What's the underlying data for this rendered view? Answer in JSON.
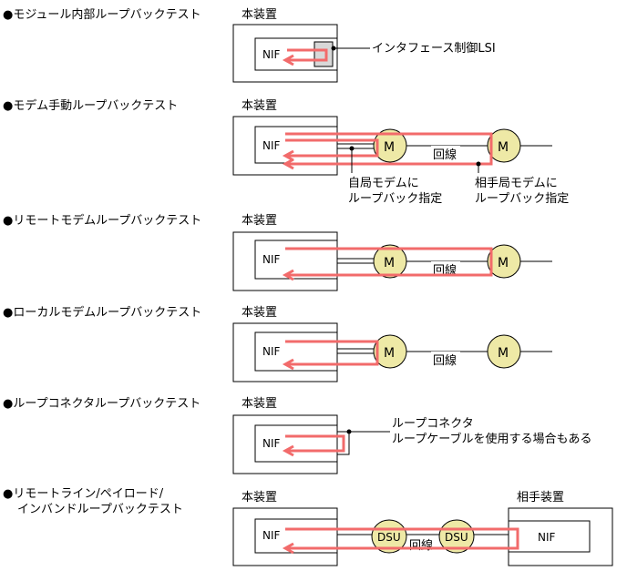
{
  "tests": {
    "module": {
      "title": "●モジュール内部ループバックテスト",
      "device": "本装置",
      "nif": "NIF",
      "callout": "インタフェース制御LSI"
    },
    "manual": {
      "title": "●モデム手動ループバックテスト",
      "device": "本装置",
      "nif": "NIF",
      "modem_a": "M",
      "modem_b": "M",
      "line": "回線",
      "local_note_1": "自局モデムに",
      "local_note_2": "ループバック指定",
      "remote_note_1": "相手局モデムに",
      "remote_note_2": "ループバック指定"
    },
    "remote_modem": {
      "title": "●リモートモデムループバックテスト",
      "device": "本装置",
      "nif": "NIF",
      "modem_a": "M",
      "modem_b": "M",
      "line": "回線"
    },
    "local_modem": {
      "title": "●ローカルモデムループバックテスト",
      "device": "本装置",
      "nif": "NIF",
      "modem_a": "M",
      "modem_b": "M",
      "line": "回線"
    },
    "connector": {
      "title": "●ループコネクタループバックテスト",
      "device": "本装置",
      "nif": "NIF",
      "note_1": "ループコネクタ",
      "note_2": "ループケーブルを使用する場合もある"
    },
    "remote_line": {
      "title_1": "●リモートライン/ペイロード/",
      "title_2": "インバンドループバックテスト",
      "device": "本装置",
      "nif": "NIF",
      "dsu_a": "DSU",
      "dsu_b": "DSU",
      "line": "回線",
      "partner_device": "相手装置",
      "partner_nif": "NIF"
    }
  }
}
